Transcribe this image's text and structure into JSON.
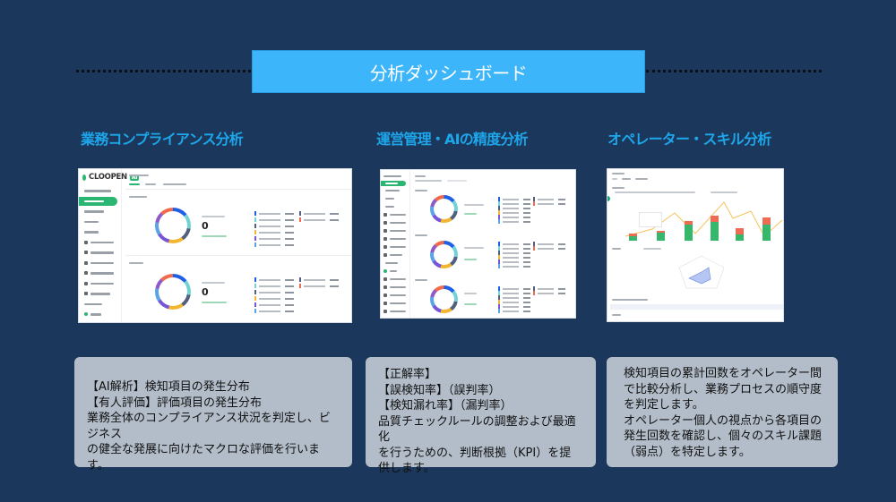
{
  "header": {
    "title": "分析ダッシュボード",
    "colors": {
      "background": "#1b375b",
      "banner": "#3db5fa",
      "section_title": "#1ea6ea",
      "card": "#b3bdc9"
    }
  },
  "sections": [
    {
      "title": "業務コンプライアンス分析",
      "screenshot": {
        "logo": "CLOOPEN",
        "logo_badge": "AI",
        "description": "Compliance dashboard preview with two donut charts and legend lists"
      },
      "description_lines": [
        "【AI解析】検知項目の発生分布",
        "【有人評価】評価項目の発生分布",
        "業務全体のコンプライアンス状況を判定し、ビジネス",
        "の健全な発展に向けたマクロな評価を行います。"
      ]
    },
    {
      "title": "運営管理・AIの精度分析",
      "screenshot": {
        "description": "Operations / AI accuracy dashboard preview with three donut charts"
      },
      "description_lines": [
        "【正解率】",
        "【誤検知率】（誤判率）",
        "【検知漏れ率】（漏判率）",
        "品質チェックルールの調整および最適化",
        "を行うための、判断根拠（KPI）を提",
        "供します。"
      ]
    },
    {
      "title": "オペレーター・スキル分析",
      "screenshot": {
        "description": "Operator skill dashboard preview with stacked bar + line chart, radar chart and table"
      },
      "description_lines": [
        "検知項目の累計回数をオペレーター間",
        "で比較分析し、業務プロセスの順守度",
        "を判定します。",
        "オペレーター個人の視点から各項目の",
        "発生回数を確認し、個々のスキル課題",
        "（弱点）を特定します。"
      ]
    }
  ]
}
